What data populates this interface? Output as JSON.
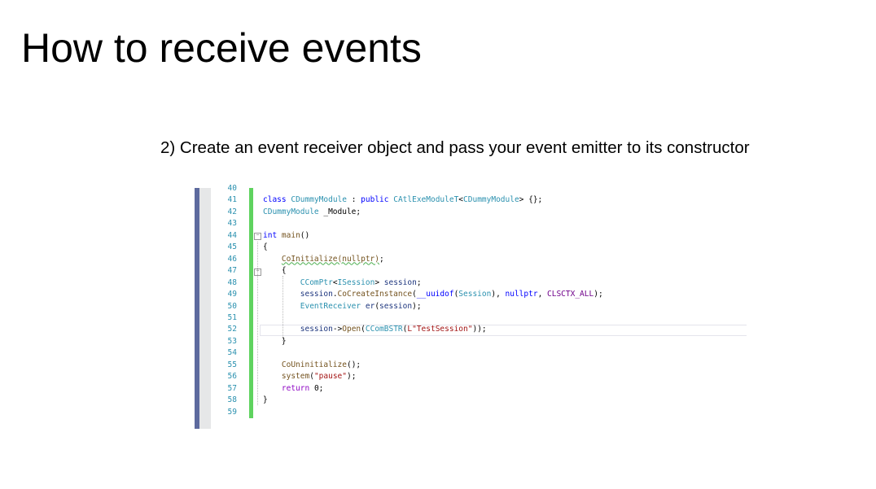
{
  "slide": {
    "title": "How to receive events",
    "subtitle": "2) Create an event receiver object and pass your event emitter to its constructor"
  },
  "code": {
    "lines": [
      {
        "n": "40",
        "tokens": []
      },
      {
        "n": "41",
        "tokens": [
          [
            "class",
            "kw"
          ],
          [
            " ",
            "pl"
          ],
          [
            "CDummyModule",
            "type"
          ],
          [
            " : ",
            "pl"
          ],
          [
            "public",
            "kw"
          ],
          [
            " ",
            "pl"
          ],
          [
            "CAtlExeModuleT",
            "type"
          ],
          [
            "<",
            "pl"
          ],
          [
            "CDummyModule",
            "type"
          ],
          [
            "> {};",
            "pl"
          ]
        ]
      },
      {
        "n": "42",
        "tokens": [
          [
            "CDummyModule",
            "type"
          ],
          [
            " _Module;",
            "pl"
          ]
        ]
      },
      {
        "n": "43",
        "tokens": []
      },
      {
        "n": "44",
        "tokens": [
          [
            "int",
            "kw"
          ],
          [
            " ",
            "pl"
          ],
          [
            "main",
            "fn"
          ],
          [
            "()",
            "pl"
          ]
        ]
      },
      {
        "n": "45",
        "tokens": [
          [
            "{",
            "pl"
          ]
        ]
      },
      {
        "n": "46",
        "tokens": [
          [
            "    ",
            "pl"
          ],
          [
            "CoInitialize(nullptr)",
            "sq"
          ],
          [
            ";",
            "pl"
          ]
        ]
      },
      {
        "n": "47",
        "tokens": [
          [
            "    {",
            "pl"
          ]
        ]
      },
      {
        "n": "48",
        "tokens": [
          [
            "        ",
            "pl"
          ],
          [
            "CComPtr",
            "type"
          ],
          [
            "<",
            "pl"
          ],
          [
            "ISession",
            "type"
          ],
          [
            "> ",
            "pl"
          ],
          [
            "session",
            "var"
          ],
          [
            ";",
            "pl"
          ]
        ]
      },
      {
        "n": "49",
        "tokens": [
          [
            "        ",
            "pl"
          ],
          [
            "session",
            "var"
          ],
          [
            ".",
            "pl"
          ],
          [
            "CoCreateInstance",
            "fn"
          ],
          [
            "(",
            "pl"
          ],
          [
            "__uuidof",
            "kw"
          ],
          [
            "(",
            "pl"
          ],
          [
            "Session",
            "type"
          ],
          [
            "), ",
            "pl"
          ],
          [
            "nullptr",
            "kw"
          ],
          [
            ", ",
            "pl"
          ],
          [
            "CLSCTX_ALL",
            "mac"
          ],
          [
            ");",
            "pl"
          ]
        ]
      },
      {
        "n": "50",
        "tokens": [
          [
            "        ",
            "pl"
          ],
          [
            "EventReceiver",
            "type"
          ],
          [
            " ",
            "pl"
          ],
          [
            "er",
            "var"
          ],
          [
            "(",
            "pl"
          ],
          [
            "session",
            "var"
          ],
          [
            ");",
            "pl"
          ]
        ]
      },
      {
        "n": "51",
        "tokens": []
      },
      {
        "n": "52",
        "tokens": [
          [
            "        ",
            "pl"
          ],
          [
            "session",
            "var"
          ],
          [
            "->",
            "pl"
          ],
          [
            "Open",
            "fn"
          ],
          [
            "(",
            "pl"
          ],
          [
            "CComBSTR",
            "type"
          ],
          [
            "(",
            "pl"
          ],
          [
            "L\"TestSession\"",
            "str"
          ],
          [
            "));",
            "pl"
          ]
        ]
      },
      {
        "n": "53",
        "tokens": [
          [
            "    }",
            "pl"
          ]
        ]
      },
      {
        "n": "54",
        "tokens": []
      },
      {
        "n": "55",
        "tokens": [
          [
            "    ",
            "pl"
          ],
          [
            "CoUninitialize",
            "fn"
          ],
          [
            "();",
            "pl"
          ]
        ]
      },
      {
        "n": "56",
        "tokens": [
          [
            "    ",
            "pl"
          ],
          [
            "system",
            "fn"
          ],
          [
            "(",
            "pl"
          ],
          [
            "\"pause\"",
            "str"
          ],
          [
            ");",
            "pl"
          ]
        ]
      },
      {
        "n": "57",
        "tokens": [
          [
            "    ",
            "pl"
          ],
          [
            "return",
            "ctl"
          ],
          [
            " 0;",
            "pl"
          ]
        ]
      },
      {
        "n": "58",
        "tokens": [
          [
            "}",
            "pl"
          ]
        ]
      },
      {
        "n": "59",
        "tokens": []
      }
    ]
  }
}
